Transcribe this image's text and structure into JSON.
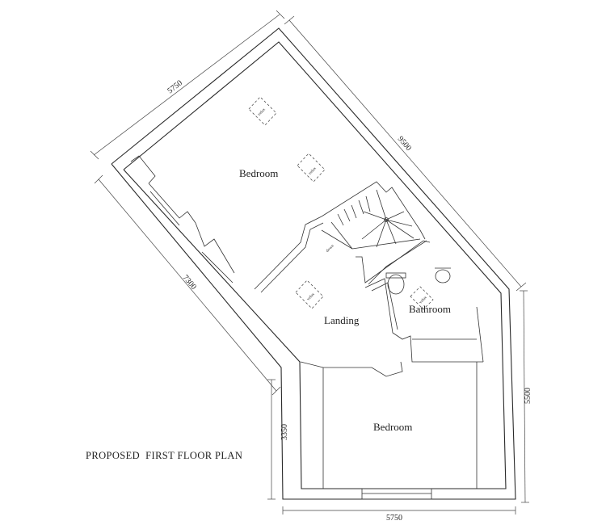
{
  "plan": {
    "title": "PROPOSED  FIRST FLOOR PLAN",
    "rooms": {
      "bedroom_top": "Bedroom",
      "landing": "Landing",
      "bathroom": "Bathroom",
      "bedroom_bottom": "Bedroom"
    },
    "annotations": {
      "velux": "velux",
      "stair_down": "down"
    },
    "dimensions": {
      "top_left_wall": "5750",
      "top_right_wall": "9500",
      "left_wall": "7300",
      "right_wall": "5500",
      "bottom_left_wall": "3350",
      "bottom_wall": "5750"
    }
  }
}
